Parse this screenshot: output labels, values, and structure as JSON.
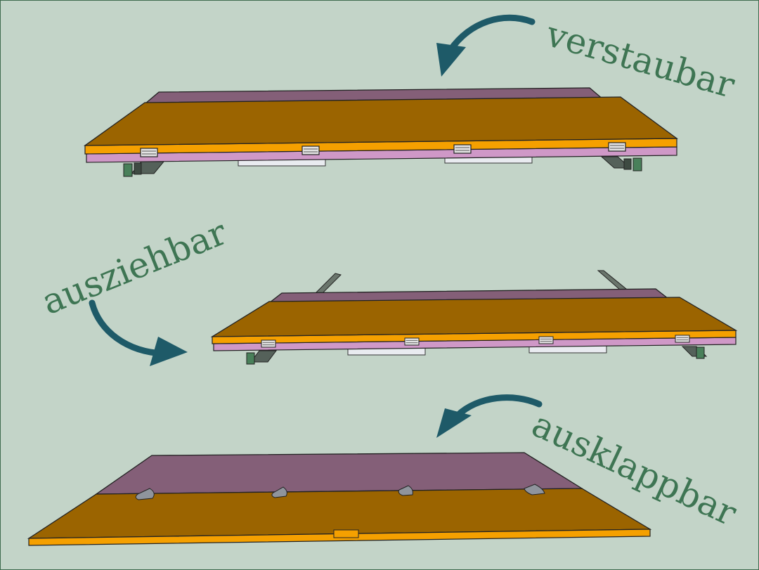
{
  "labels": {
    "stowed": "verstaubar",
    "extended": "ausziehbar",
    "unfolded": "ausklappbar"
  },
  "colors": {
    "background": "#c3d4c8",
    "border": "#3f6b4e",
    "label_text": "#3e7553",
    "arrow": "#1e5a68",
    "table_top": "#9b6400",
    "table_edge": "#f5a000",
    "rear_panel": "#845f78",
    "rear_edge": "#cf98c7",
    "rail": "#6a756c",
    "rail_foot": "#49805a",
    "hinge": "#e3e3e3",
    "drawer": "#e9ebf0"
  },
  "icons": [
    "curved-arrow-icon",
    "hinge-icon"
  ]
}
